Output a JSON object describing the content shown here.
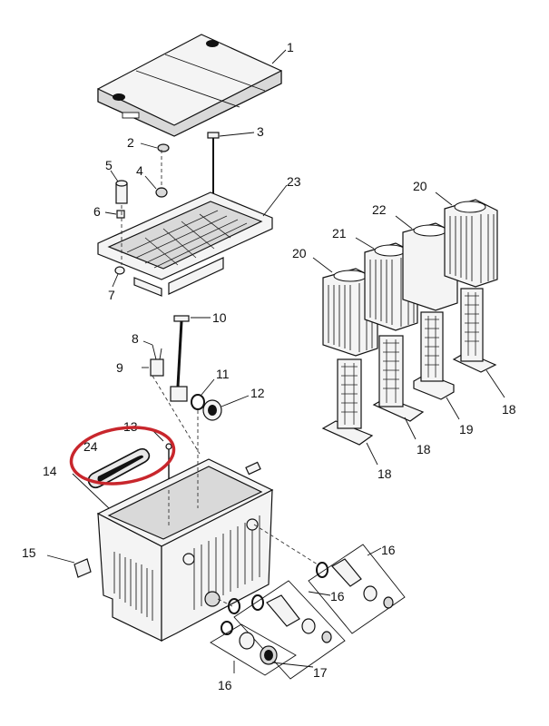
{
  "callouts": {
    "c1": "1",
    "c2": "2",
    "c3": "3",
    "c4": "4",
    "c5": "5",
    "c6": "6",
    "c7": "7",
    "c8": "8",
    "c9": "9",
    "c10": "10",
    "c11": "11",
    "c12": "12",
    "c13": "13",
    "c14": "14",
    "c15": "15",
    "c16a": "16",
    "c16b": "16",
    "c16c": "16",
    "c17": "17",
    "c18a": "18",
    "c18b": "18",
    "c18c": "18",
    "c19": "19",
    "c20a": "20",
    "c20b": "20",
    "c21": "21",
    "c22": "22",
    "c23": "23",
    "c24": "24"
  },
  "highlight_color": "#c8262c"
}
